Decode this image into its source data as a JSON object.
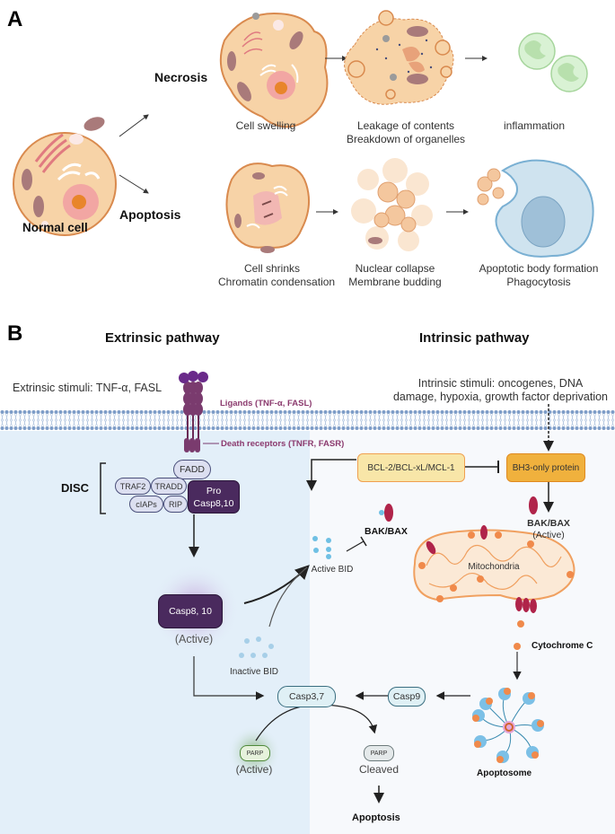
{
  "panel_a": {
    "letter": "A",
    "normal_cell_label": "Normal cell",
    "necrosis": {
      "title": "Necrosis",
      "steps": [
        {
          "caption_lines": [
            "Cell swelling"
          ]
        },
        {
          "caption_lines": [
            "Leakage of contents",
            "Breakdown of organelles"
          ]
        },
        {
          "caption_lines": [
            "inflammation"
          ]
        }
      ]
    },
    "apoptosis": {
      "title": "Apoptosis",
      "steps": [
        {
          "caption_lines": [
            "Cell shrinks",
            "Chromatin condensation"
          ]
        },
        {
          "caption_lines": [
            "Nuclear collapse",
            "Membrane budding"
          ]
        },
        {
          "caption_lines": [
            "Apoptotic body formation",
            "Phagocytosis"
          ]
        }
      ]
    }
  },
  "panel_b": {
    "letter": "B",
    "extrinsic": {
      "title": "Extrinsic pathway",
      "stimuli": "Extrinsic stimuli:  TNF-α, FASL",
      "ligands_label": "Ligands (TNF-α, FASL)",
      "receptors_label": "Death receptors (TNFR, FASR)",
      "disc_label": "DISC",
      "disc_components": [
        "FADD",
        "TRAF2",
        "TRADD",
        "cIAPs",
        "RIP"
      ],
      "pro_casp": [
        "Pro",
        "Casp8,10"
      ],
      "casp8_10": "Casp8, 10",
      "casp8_10_state": "(Active)",
      "inactive_bid": "Inactive BID"
    },
    "intrinsic": {
      "title": "Intrinsic pathway",
      "stimuli_lines": [
        "Intrinsic stimuli:  oncogenes,  DNA",
        "damage, hypoxia, growth factor deprivation"
      ],
      "bcl2": "BCL-2/BCL-xL/MCL-1",
      "bh3": "BH3-only protein",
      "bak_bax": "BAK/BAX",
      "bak_bax_active": "BAK/BAX",
      "bak_bax_active_state": "(Active)",
      "active_bid": "Active BID",
      "mitochondria": "Mitochondria",
      "cytochrome_c": "Cytochrome C",
      "apoptosome": "Apoptosome",
      "casp9": "Casp9"
    },
    "common": {
      "casp3_7": "Casp3,7",
      "parp": "PARP",
      "parp_active_state": "(Active)",
      "parp_cleaved_state": "Cleaved",
      "apoptosis": "Apoptosis"
    }
  },
  "colors": {
    "extrinsic_bg": "#e3eff9",
    "intrinsic_bg": "#f7f9fc",
    "casp_purple": "#4a2a5e",
    "ligand_purple": "#7a3b6e",
    "bcl2_fill": "#f8e6a8",
    "bh3_fill": "#f0b13d",
    "bak_red": "#b0244a",
    "mito_orange": "#f08a4b",
    "casp_teal_fill": "#dff0f5",
    "casp_teal_border": "#3a6e80",
    "bid_blue": "#6fc0e4",
    "parp_green": "#4f8a3a"
  }
}
